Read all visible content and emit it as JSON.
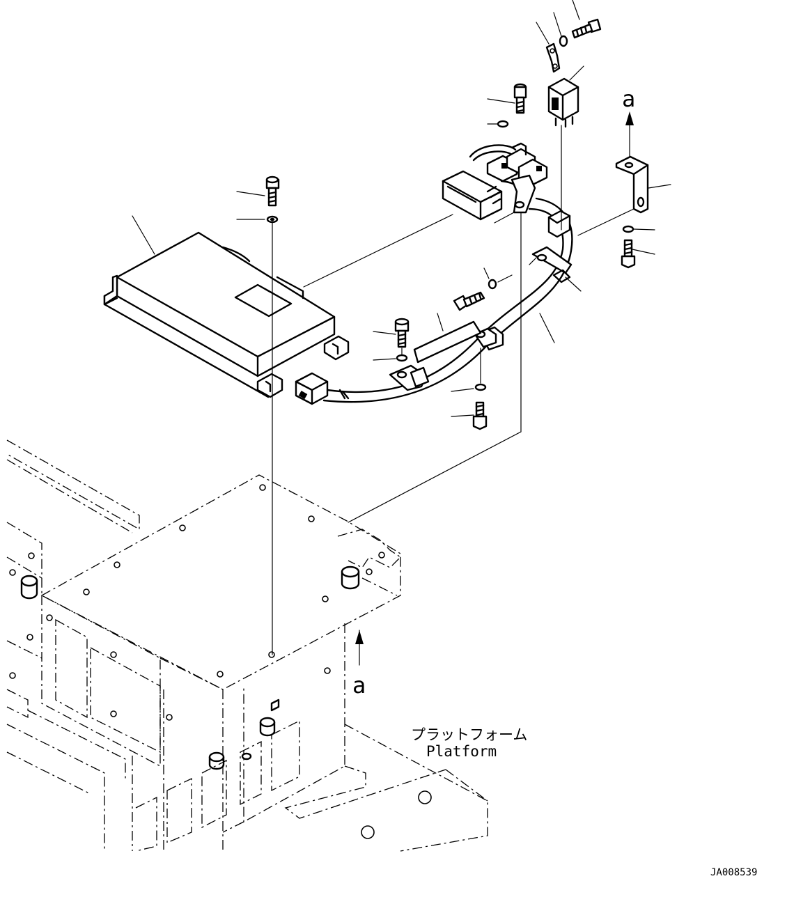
{
  "labels": {
    "view_marker_top": "a",
    "view_marker_bottom": "a",
    "platform_jp": "プラットフォーム",
    "platform_en": "Platform",
    "drawing_number": "JA008539"
  }
}
